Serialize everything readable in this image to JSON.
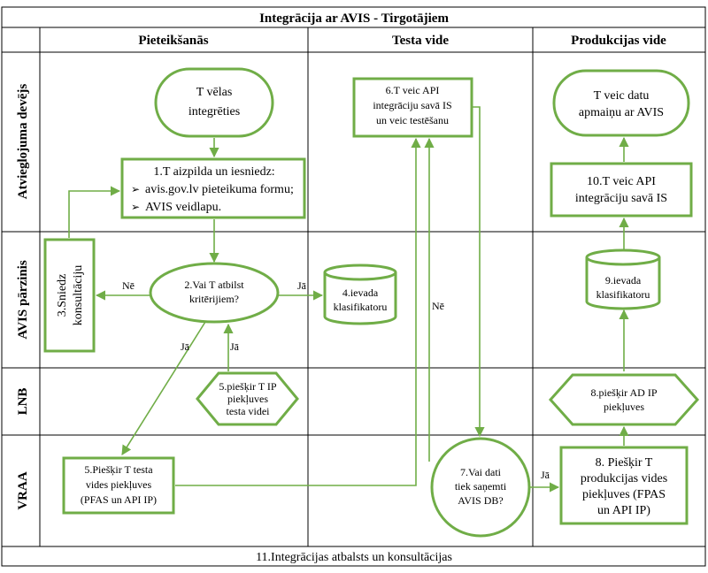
{
  "title": "Integrācija ar AVIS - Tirgotājiem",
  "columns": [
    "Pieteikšanās",
    "Testa vide",
    "Produkcijas vide"
  ],
  "lanes": [
    "Atvieglojuma devējs",
    "AVIS pārzinis",
    "LNB",
    "VRAA"
  ],
  "footer": "11.Integrācijas atbalsts un konsultācijas",
  "nodes": {
    "start": [
      "T vēlas",
      "integrēties"
    ],
    "step1_title": "1.T aizpilda un iesniedz:",
    "step1_items": [
      "avis.gov.lv pieteikuma formu;",
      "AVIS veidlapu."
    ],
    "step2": [
      "2.Vai T atbilst",
      "kritērijiem?"
    ],
    "step3": [
      "3.Sniedz",
      "konsultāciju"
    ],
    "step4": [
      "4.ievada",
      "klasifikatoru"
    ],
    "step5_lnb": [
      "5.piešķir T IP",
      "piekļuves",
      "testa videi"
    ],
    "step5_vraa": [
      "5.Piešķir T testa",
      "vides piekļuves",
      "(PFAS un API IP)"
    ],
    "step6": [
      "6.T veic API",
      "integrāciju savā IS",
      "un veic testēšanu"
    ],
    "step7": [
      "7.Vai dati",
      "tiek saņemti",
      "AVIS DB?"
    ],
    "step8_vraa": [
      "8. Piešķir T",
      "produkcijas vides",
      "piekļuves (FPAS",
      "un API IP)"
    ],
    "step8_lnb": [
      "8.piešķir AD IP",
      "piekļuves"
    ],
    "step9": [
      "9.ievada",
      "klasifikatoru"
    ],
    "step10": [
      "10.T veic API",
      "integrāciju savā IS"
    ],
    "end": [
      "T veic datu",
      "apmaiņu ar AVIS"
    ]
  },
  "labels": {
    "ne1": "Nē",
    "ja1": "Jā",
    "ja2": "Jā",
    "ja3": "Jā",
    "ne2": "Nē",
    "ja4": "Jā"
  },
  "colors": {
    "accent": "#70ad47",
    "grid": "#000000"
  }
}
